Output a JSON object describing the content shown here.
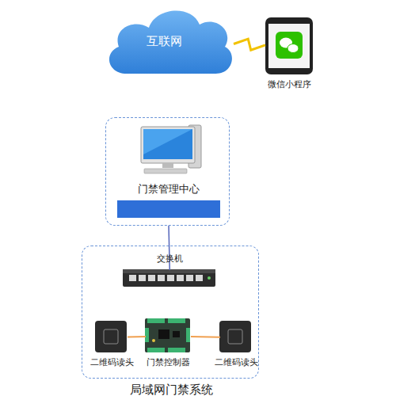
{
  "diagram": {
    "nodes": [
      {
        "text": [
          "互联网"
        ]
      },
      {
        "text": [
          "微信小程序"
        ]
      },
      {
        "text": [
          "门禁管理中心"
        ]
      },
      {
        "text": [
          "局域网门禁系统"
        ]
      },
      {
        "text": [
          "交换机"
        ],
        "in": 3
      },
      {
        "text": [
          "二维码读头"
        ],
        "in": 3
      },
      {
        "text": [
          "门禁控制器"
        ],
        "in": 3
      },
      {
        "text": [
          "二维码读头"
        ],
        "in": 3
      }
    ],
    "edges": [
      {
        "from": 0,
        "to": 1,
        "arrow": "none"
      },
      {
        "from": 2,
        "to": 4,
        "arrow": "none"
      },
      {
        "from": 5,
        "to": 6,
        "arrow": "none"
      },
      {
        "from": 6,
        "to": 7,
        "arrow": "none"
      }
    ]
  }
}
